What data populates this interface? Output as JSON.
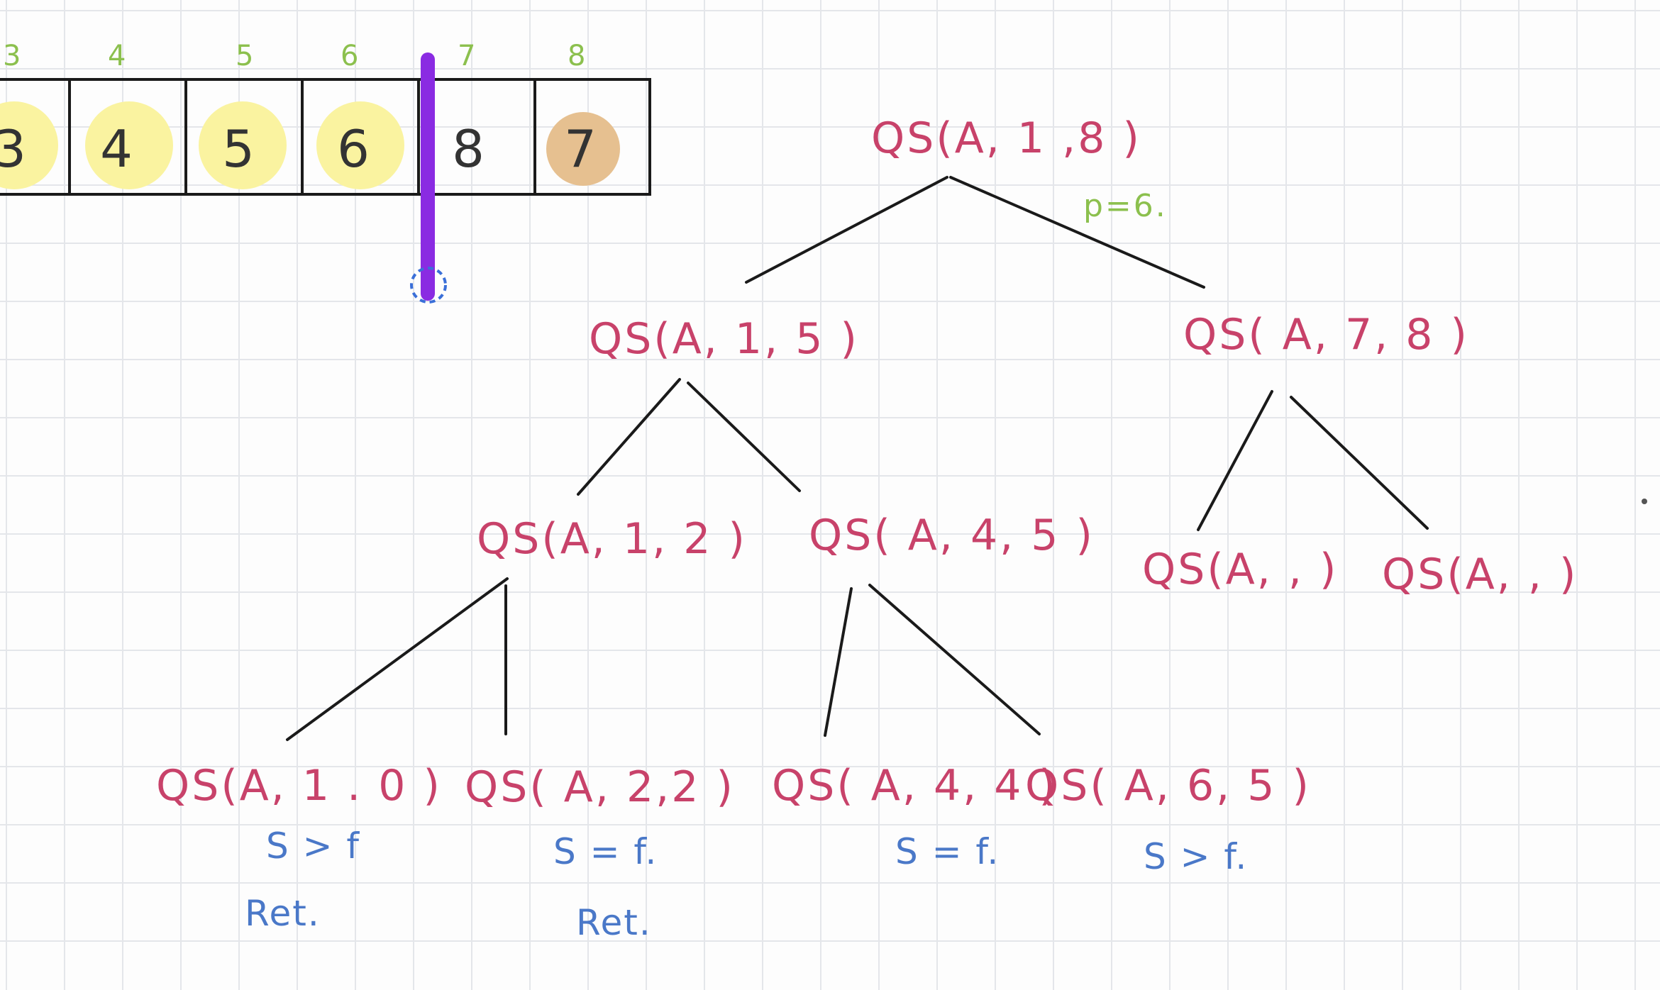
{
  "array": {
    "indices": [
      "3",
      "4",
      "5",
      "6",
      "7",
      "8"
    ],
    "values": [
      "3",
      "4",
      "5",
      "6",
      "8",
      "7"
    ],
    "highlight": [
      "sorted",
      "sorted",
      "sorted",
      "sorted",
      "none",
      "pivot"
    ]
  },
  "colors": {
    "call_text": "#c8426a",
    "note_text": "#4a78c8",
    "index_text": "#8cc04e",
    "sorted_highlight": "#faf3a0",
    "pivot_highlight": "#e6c090",
    "divider": "#8a2be2",
    "grid": "#e4e6ea"
  },
  "tree": {
    "root": {
      "label": "QS(A, 1 ,8 )",
      "pivot_note": "p=6."
    },
    "level1": {
      "left": "QS(A, 1, 5 )",
      "right": "QS( A, 7, 8 )"
    },
    "level2": {
      "a": "QS(A, 1, 2 )",
      "b": "QS( A, 4, 5 )",
      "c": "QS(A, , )",
      "d": "QS(A, , )"
    },
    "level3": {
      "a": {
        "label": "QS(A, 1 . 0 )",
        "cond": "S > f",
        "action": "Ret."
      },
      "b": {
        "label": "QS( A, 2,2 )",
        "cond": "S = f.",
        "action": "Ret."
      },
      "c": {
        "label": "QS( A, 4, 4 )",
        "cond": "S = f."
      },
      "d": {
        "label": "QS( A, 6, 5 )",
        "cond": "S > f."
      }
    }
  }
}
